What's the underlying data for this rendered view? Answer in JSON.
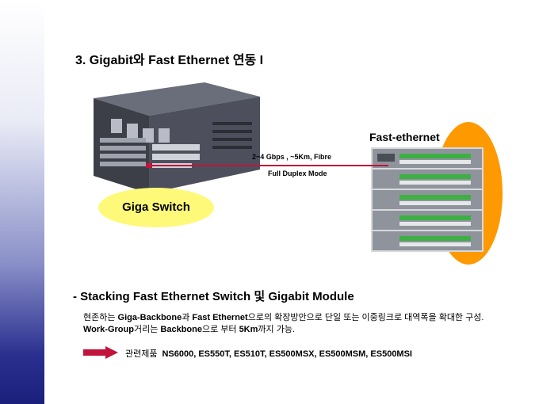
{
  "title": "3. Gigabit와 Fast Ethernet 연동 I",
  "giga_switch_label": "Giga Switch",
  "fast_ethernet_label": "Fast-ethernet",
  "link": {
    "speed": "2~4 Gbps , ~5Km, Fibre",
    "mode": "Full Duplex Mode"
  },
  "subtitle": "- Stacking Fast Ethernet Switch 및 Gigabit Module",
  "description": {
    "p1": "현존하는 ",
    "b1": "Giga-Backbone",
    "p2": "과 ",
    "b2": "Fast Ethernet",
    "p3": "으로의 확장방안으로 단일 또는 이중링크로  대역폭을 확대한 구성. ",
    "b3": "Work-Group",
    "p4": "거리는 ",
    "b4": "Backbone",
    "p5": "으로 부터 ",
    "b5": "5Km",
    "p6": "까지 가능."
  },
  "related": {
    "label": "관련제품",
    "models": "NS6000, ES550T, ES510T, ES500MSX, ES500MSM, ES500MSI"
  },
  "colors": {
    "sidebar_dark": "#1b1f7c",
    "link_line": "#c0143c",
    "yellow_ellipse": "#fff97a",
    "orange_ellipse": "#ff9900",
    "arrow": "#c0143c"
  }
}
